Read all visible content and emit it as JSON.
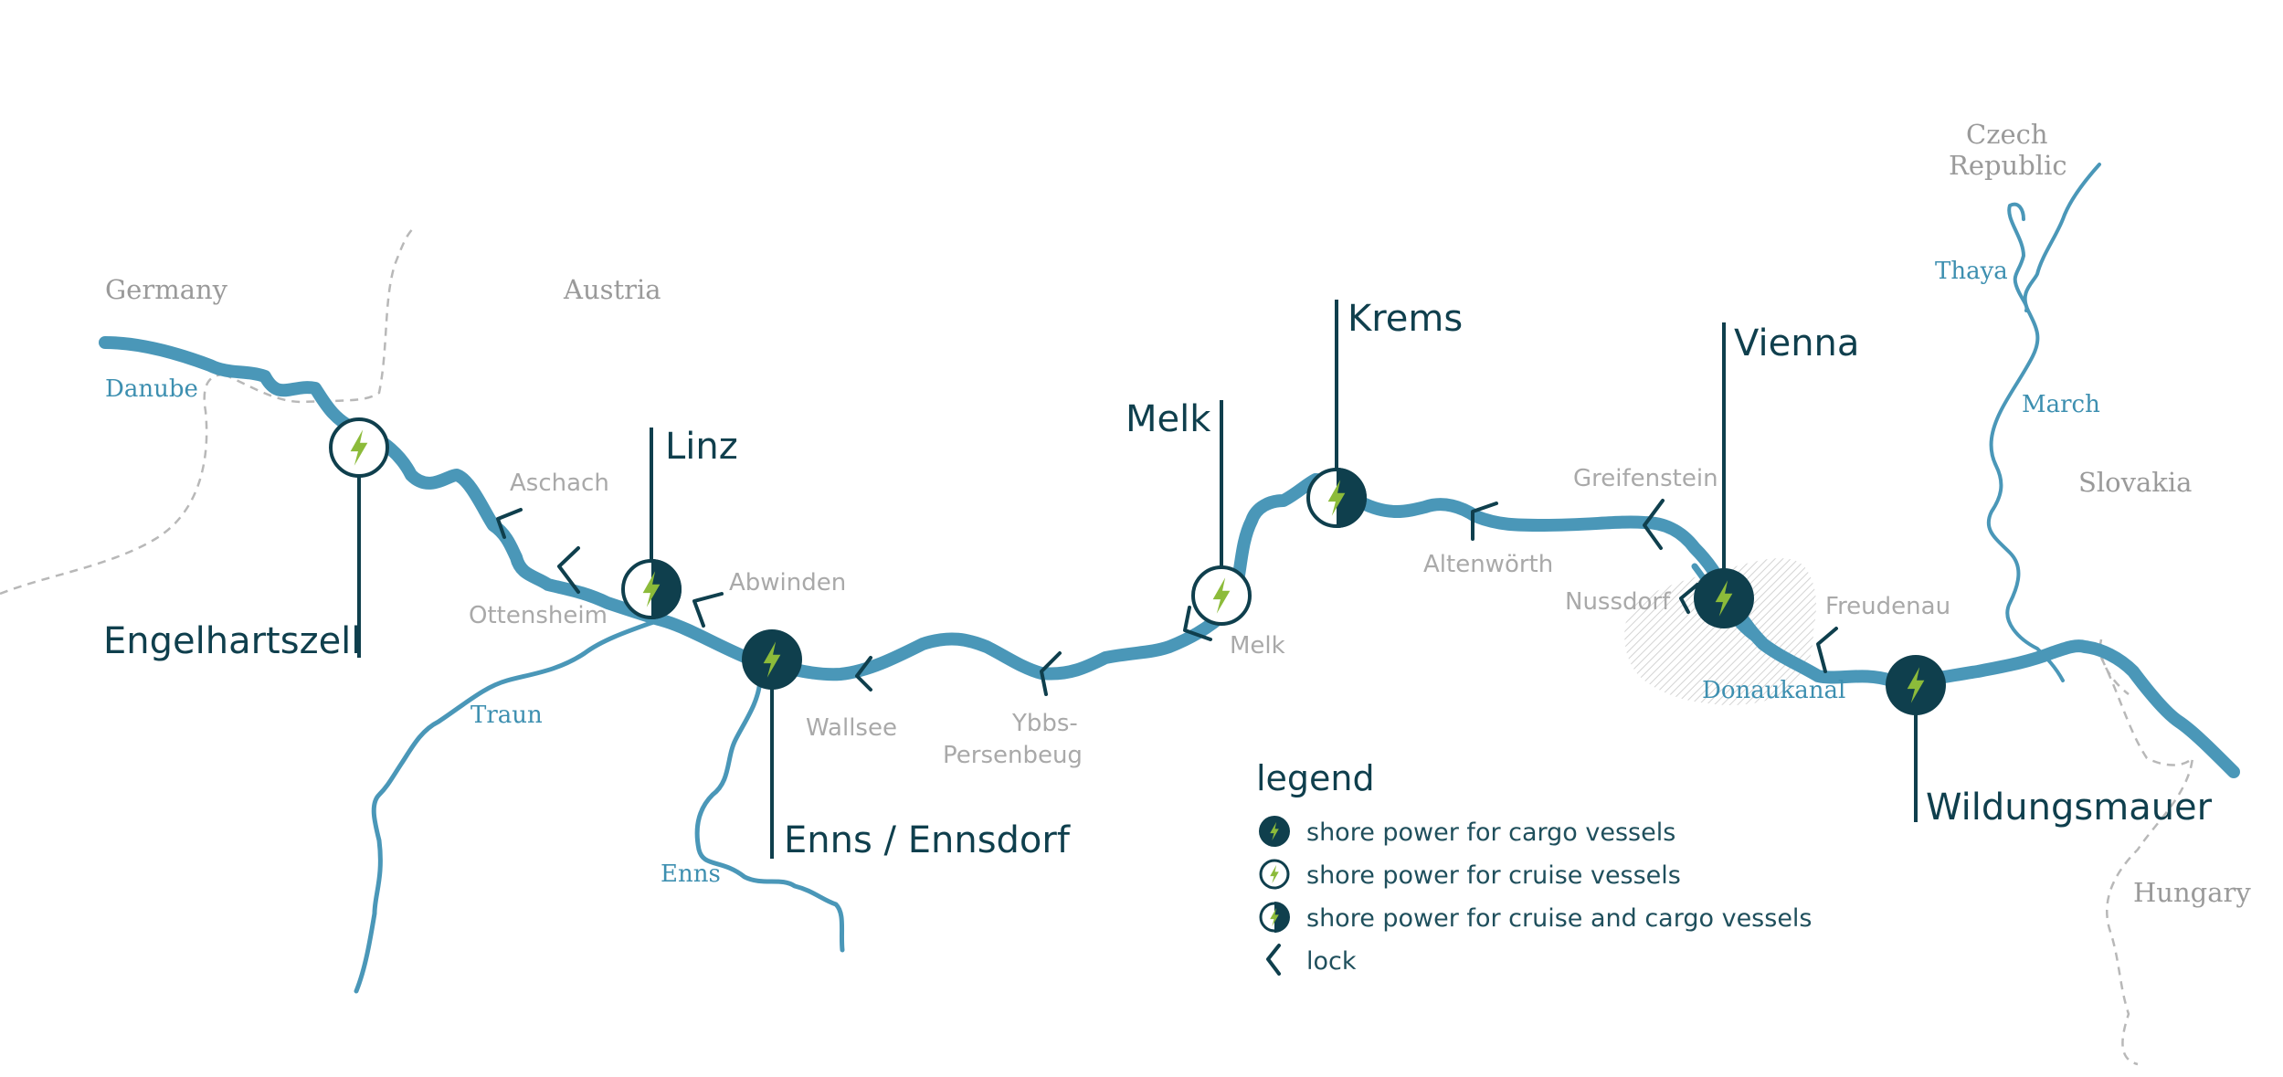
{
  "countries": {
    "germany": "Germany",
    "austria": "Austria",
    "czech_line1": "Czech",
    "czech_line2": "Republic",
    "slovakia": "Slovakia",
    "hungary": "Hungary"
  },
  "rivers": {
    "danube": "Danube",
    "traun": "Traun",
    "enns": "Enns",
    "thaya": "Thaya",
    "march": "March",
    "donaukanal": "Donaukanal"
  },
  "locks": {
    "aschach": "Aschach",
    "ottensheim": "Ottensheim",
    "abwinden": "Abwinden",
    "wallsee": "Wallsee",
    "ybbs_line1": "Ybbs-",
    "ybbs_line2": "Persenbeug",
    "melk": "Melk",
    "altenwoerth": "Altenwörth",
    "greifenstein": "Greifenstein",
    "nussdorf": "Nussdorf",
    "freudenau": "Freudenau"
  },
  "stations": {
    "engelhartszell": "Engelhartszell",
    "linz": "Linz",
    "enns": "Enns / Ennsdorf",
    "melk": "Melk",
    "krems": "Krems",
    "vienna": "Vienna",
    "wildungsmauer": "Wildungsmauer"
  },
  "station_types": {
    "engelhartszell": "cruise",
    "linz": "both",
    "enns": "cargo",
    "melk": "cruise",
    "krems": "both",
    "vienna": "cargo",
    "wildungsmauer": "cargo"
  },
  "legend": {
    "title": "legend",
    "cargo": "shore power for cargo vessels",
    "cruise": "shore power for cruise vessels",
    "both": "shore power for cruise and cargo vessels",
    "lock": "lock"
  },
  "icons": {
    "station": "lightning-bolt-icon",
    "lock": "chevron-left-icon"
  },
  "colors": {
    "river": "#4a97b8",
    "station_dark": "#0f3f4d",
    "bolt": "#8cbb3a",
    "border": "#b8b8b8",
    "city_area": "#cfcfcf"
  }
}
